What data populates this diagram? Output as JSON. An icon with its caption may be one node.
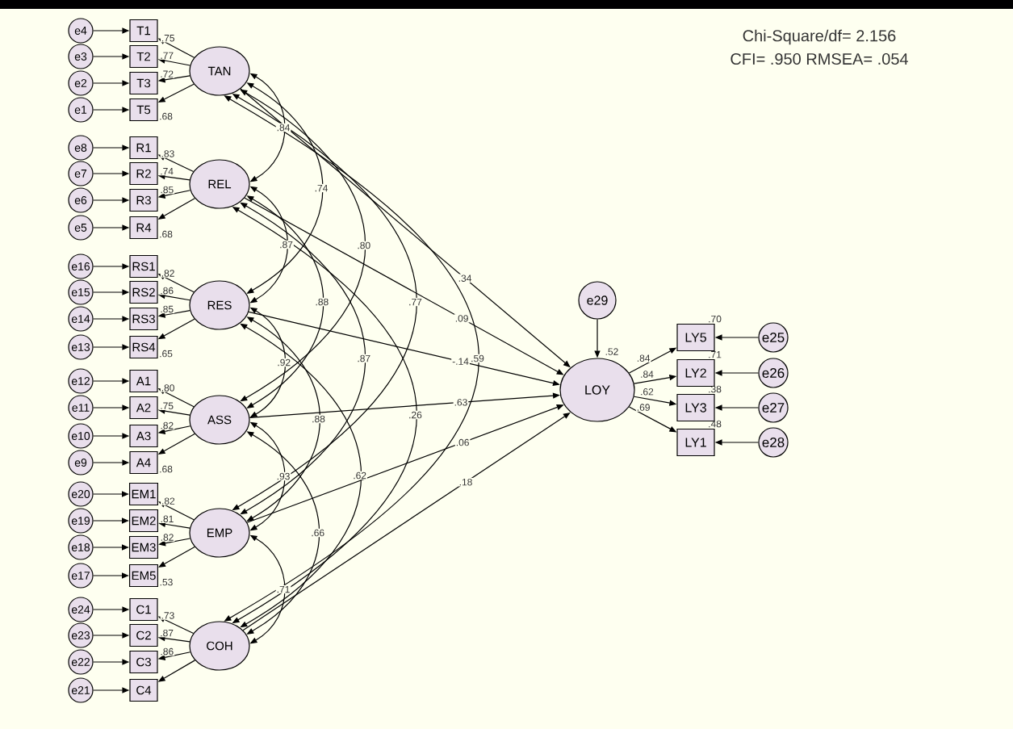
{
  "diagram": {
    "nodes": [
      {
        "text": [
          "e4"
        ]
      },
      {
        "text": [
          "T1"
        ]
      },
      {
        "text": [
          "e3"
        ]
      },
      {
        "text": [
          "T2"
        ]
      },
      {
        "text": [
          "e2"
        ]
      },
      {
        "text": [
          "T3"
        ]
      },
      {
        "text": [
          "e1"
        ]
      },
      {
        "text": [
          "T5"
        ],
        "beside": [
          ".68"
        ]
      },
      {
        "text": [
          "TAN"
        ]
      },
      {
        "text": [
          "e8"
        ]
      },
      {
        "text": [
          "R1"
        ]
      },
      {
        "text": [
          "e7"
        ]
      },
      {
        "text": [
          "R2"
        ]
      },
      {
        "text": [
          "e6"
        ]
      },
      {
        "text": [
          "R3"
        ]
      },
      {
        "text": [
          "e5"
        ]
      },
      {
        "text": [
          "R4"
        ],
        "beside": [
          ".68"
        ]
      },
      {
        "text": [
          "REL"
        ]
      },
      {
        "text": [
          "e16"
        ]
      },
      {
        "text": [
          "RS1"
        ]
      },
      {
        "text": [
          "e15"
        ]
      },
      {
        "text": [
          "RS2"
        ]
      },
      {
        "text": [
          "e14"
        ]
      },
      {
        "text": [
          "RS3"
        ]
      },
      {
        "text": [
          "e13"
        ]
      },
      {
        "text": [
          "RS4"
        ],
        "beside": [
          ".65"
        ]
      },
      {
        "text": [
          "RES"
        ]
      },
      {
        "text": [
          "e12"
        ]
      },
      {
        "text": [
          "A1"
        ]
      },
      {
        "text": [
          "e11"
        ]
      },
      {
        "text": [
          "A2"
        ]
      },
      {
        "text": [
          "e10"
        ]
      },
      {
        "text": [
          "A3"
        ]
      },
      {
        "text": [
          "e9"
        ]
      },
      {
        "text": [
          "A4"
        ],
        "beside": [
          ".68"
        ]
      },
      {
        "text": [
          "ASS"
        ]
      },
      {
        "text": [
          "e20"
        ]
      },
      {
        "text": [
          "EM1"
        ]
      },
      {
        "text": [
          "e19"
        ]
      },
      {
        "text": [
          "EM2"
        ]
      },
      {
        "text": [
          "e18"
        ]
      },
      {
        "text": [
          "EM3"
        ]
      },
      {
        "text": [
          "e17"
        ]
      },
      {
        "text": [
          "EM5"
        ],
        "beside": [
          ".53"
        ]
      },
      {
        "text": [
          "EMP"
        ]
      },
      {
        "text": [
          "e24"
        ]
      },
      {
        "text": [
          "C1"
        ]
      },
      {
        "text": [
          "e23"
        ]
      },
      {
        "text": [
          "C2"
        ]
      },
      {
        "text": [
          "e22"
        ]
      },
      {
        "text": [
          "C3"
        ]
      },
      {
        "text": [
          "e21"
        ]
      },
      {
        "text": [
          "C4"
        ]
      },
      {
        "text": [
          "COH"
        ]
      },
      {
        "text": [
          "e29"
        ]
      },
      {
        "text": [
          "LOY"
        ],
        "beside": [
          ".52"
        ]
      },
      {
        "text": [
          "LY5"
        ],
        "beside": [
          ".70"
        ]
      },
      {
        "text": [
          "e25"
        ]
      },
      {
        "text": [
          "LY2"
        ],
        "beside": [
          ".71"
        ]
      },
      {
        "text": [
          "e26"
        ]
      },
      {
        "text": [
          "LY3"
        ],
        "beside": [
          ".38"
        ]
      },
      {
        "text": [
          "e27"
        ]
      },
      {
        "text": [
          "LY1"
        ],
        "beside": [
          ".48"
        ]
      },
      {
        "text": [
          "e28"
        ]
      }
    ],
    "edges": [
      {
        "from": 0,
        "to": 1,
        "arrow": "to"
      },
      {
        "from": 2,
        "to": 3,
        "arrow": "to"
      },
      {
        "from": 4,
        "to": 5,
        "arrow": "to"
      },
      {
        "from": 6,
        "to": 7,
        "arrow": "to"
      },
      {
        "from": 8,
        "to": 1,
        "arrow": "to",
        "label": ".75"
      },
      {
        "from": 8,
        "to": 3,
        "arrow": "to",
        "label": ".77"
      },
      {
        "from": 8,
        "to": 5,
        "arrow": "to",
        "label": ".72"
      },
      {
        "from": 8,
        "to": 7,
        "arrow": "to"
      },
      {
        "from": 9,
        "to": 10,
        "arrow": "to"
      },
      {
        "from": 11,
        "to": 12,
        "arrow": "to"
      },
      {
        "from": 13,
        "to": 14,
        "arrow": "to"
      },
      {
        "from": 15,
        "to": 16,
        "arrow": "to"
      },
      {
        "from": 17,
        "to": 10,
        "arrow": "to",
        "label": ".83"
      },
      {
        "from": 17,
        "to": 12,
        "arrow": "to",
        "label": ".74"
      },
      {
        "from": 17,
        "to": 14,
        "arrow": "to",
        "label": ".85"
      },
      {
        "from": 17,
        "to": 16,
        "arrow": "to"
      },
      {
        "from": 18,
        "to": 19,
        "arrow": "to"
      },
      {
        "from": 20,
        "to": 21,
        "arrow": "to"
      },
      {
        "from": 22,
        "to": 23,
        "arrow": "to"
      },
      {
        "from": 24,
        "to": 25,
        "arrow": "to"
      },
      {
        "from": 26,
        "to": 19,
        "arrow": "to",
        "label": ".82"
      },
      {
        "from": 26,
        "to": 21,
        "arrow": "to",
        "label": ".86"
      },
      {
        "from": 26,
        "to": 23,
        "arrow": "to",
        "label": ".85"
      },
      {
        "from": 26,
        "to": 25,
        "arrow": "to"
      },
      {
        "from": 27,
        "to": 28,
        "arrow": "to"
      },
      {
        "from": 29,
        "to": 30,
        "arrow": "to"
      },
      {
        "from": 31,
        "to": 32,
        "arrow": "to"
      },
      {
        "from": 33,
        "to": 34,
        "arrow": "to"
      },
      {
        "from": 35,
        "to": 28,
        "arrow": "to",
        "label": ".80"
      },
      {
        "from": 35,
        "to": 30,
        "arrow": "to",
        "label": ".75"
      },
      {
        "from": 35,
        "to": 32,
        "arrow": "to",
        "label": ".82"
      },
      {
        "from": 35,
        "to": 34,
        "arrow": "to"
      },
      {
        "from": 36,
        "to": 37,
        "arrow": "to"
      },
      {
        "from": 38,
        "to": 39,
        "arrow": "to"
      },
      {
        "from": 40,
        "to": 41,
        "arrow": "to"
      },
      {
        "from": 42,
        "to": 43,
        "arrow": "to"
      },
      {
        "from": 44,
        "to": 37,
        "arrow": "to",
        "label": ".82"
      },
      {
        "from": 44,
        "to": 39,
        "arrow": "to",
        "label": ".81"
      },
      {
        "from": 44,
        "to": 41,
        "arrow": "to",
        "label": ".82"
      },
      {
        "from": 44,
        "to": 43,
        "arrow": "to"
      },
      {
        "from": 45,
        "to": 46,
        "arrow": "to"
      },
      {
        "from": 47,
        "to": 48,
        "arrow": "to"
      },
      {
        "from": 49,
        "to": 50,
        "arrow": "to"
      },
      {
        "from": 51,
        "to": 52,
        "arrow": "to"
      },
      {
        "from": 53,
        "to": 46,
        "arrow": "to",
        "label": ".73"
      },
      {
        "from": 53,
        "to": 48,
        "arrow": "to",
        "label": ".87"
      },
      {
        "from": 53,
        "to": 50,
        "arrow": "to",
        "label": ".86"
      },
      {
        "from": 53,
        "to": 52,
        "arrow": "to"
      },
      {
        "from": 8,
        "to": 17,
        "arrow": "both",
        "label": ".84"
      },
      {
        "from": 8,
        "to": 26,
        "arrow": "both",
        "label": ".74"
      },
      {
        "from": 8,
        "to": 35,
        "arrow": "both",
        "label": ".80"
      },
      {
        "from": 8,
        "to": 44,
        "arrow": "both",
        "label": ".77"
      },
      {
        "from": 8,
        "to": 53,
        "arrow": "both",
        "label": ".59"
      },
      {
        "from": 17,
        "to": 26,
        "arrow": "both",
        "label": ".87"
      },
      {
        "from": 17,
        "to": 35,
        "arrow": "both",
        "label": ".88"
      },
      {
        "from": 17,
        "to": 44,
        "arrow": "both",
        "label": ".87"
      },
      {
        "from": 17,
        "to": 53,
        "arrow": "both",
        "label": ".26"
      },
      {
        "from": 26,
        "to": 35,
        "arrow": "both",
        "label": ".92"
      },
      {
        "from": 26,
        "to": 44,
        "arrow": "both",
        "label": ".88"
      },
      {
        "from": 26,
        "to": 53,
        "arrow": "both",
        "label": ".62"
      },
      {
        "from": 35,
        "to": 44,
        "arrow": "both",
        "label": ".93"
      },
      {
        "from": 35,
        "to": 53,
        "arrow": "both",
        "label": ".66"
      },
      {
        "from": 44,
        "to": 53,
        "arrow": "both",
        "label": ".71"
      },
      {
        "from": 8,
        "to": 55,
        "arrow": "to",
        "label": ".34"
      },
      {
        "from": 17,
        "to": 55,
        "arrow": "to",
        "label": ".09"
      },
      {
        "from": 26,
        "to": 55,
        "arrow": "to",
        "label": "-.14"
      },
      {
        "from": 35,
        "to": 55,
        "arrow": "to",
        "label": ".63"
      },
      {
        "from": 44,
        "to": 55,
        "arrow": "to",
        "label": ".06"
      },
      {
        "from": 53,
        "to": 55,
        "arrow": "to",
        "label": ".18"
      },
      {
        "from": 54,
        "to": 55,
        "arrow": "to"
      },
      {
        "from": 55,
        "to": 56,
        "arrow": "to",
        "label": ".84"
      },
      {
        "from": 55,
        "to": 58,
        "arrow": "to",
        "label": ".84"
      },
      {
        "from": 55,
        "to": 60,
        "arrow": "to",
        "label": ".62"
      },
      {
        "from": 55,
        "to": 62,
        "arrow": "to",
        "label": ".69"
      },
      {
        "from": 57,
        "to": 56,
        "arrow": "to"
      },
      {
        "from": 59,
        "to": 58,
        "arrow": "to"
      },
      {
        "from": 61,
        "to": 60,
        "arrow": "to"
      },
      {
        "from": 63,
        "to": 62,
        "arrow": "to"
      }
    ],
    "labels": [
      "Chi-Square/df= 2.156",
      "CFI= .950 RMSEA= .054"
    ]
  }
}
